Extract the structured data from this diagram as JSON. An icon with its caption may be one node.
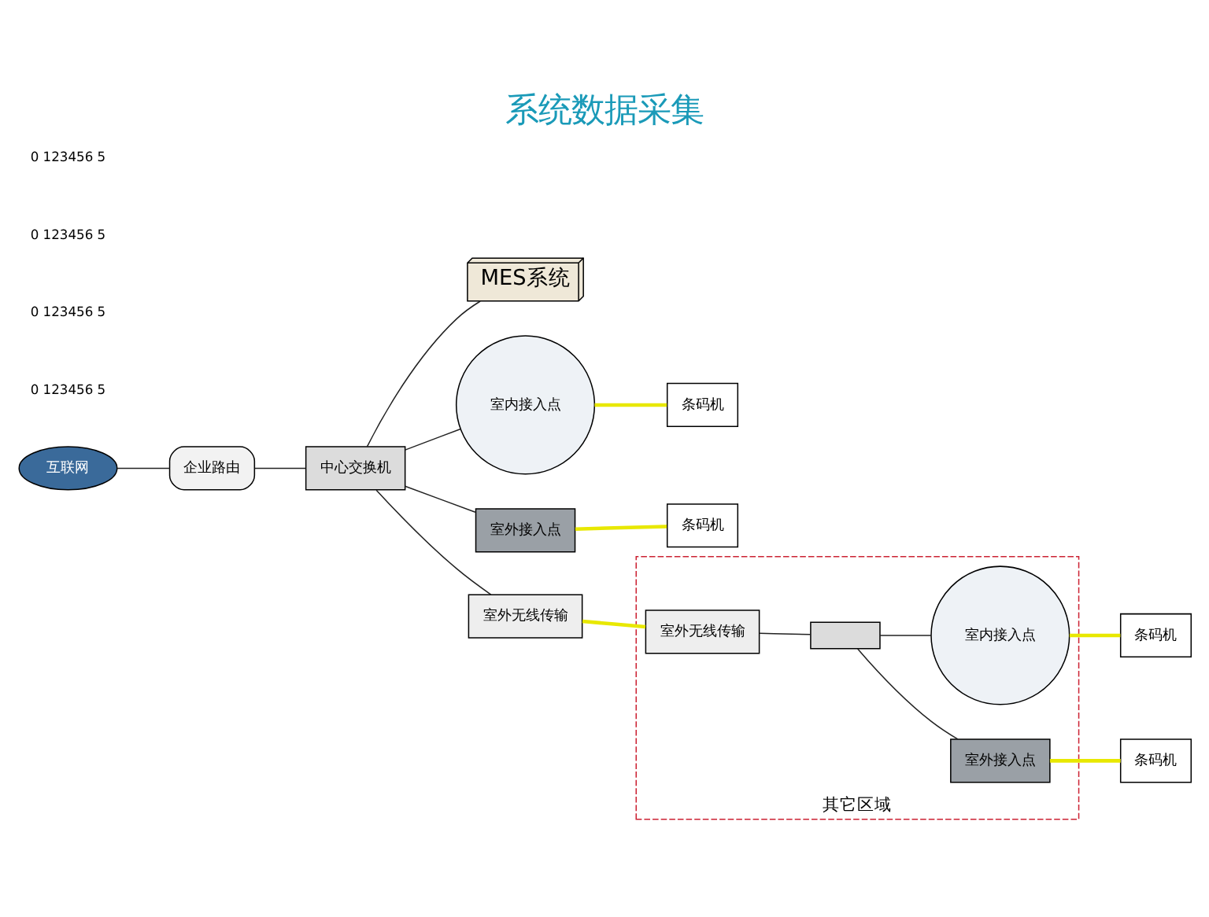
{
  "diagram": {
    "title": "系统数据采集",
    "nodes": [
      {
        "text": [
          "互联网"
        ]
      },
      {
        "text": [
          "企业路由"
        ]
      },
      {
        "text": [
          "中心交换机"
        ]
      },
      {
        "text": [
          "MES系统"
        ]
      },
      {
        "text": [
          "室内接入点"
        ]
      },
      {
        "text": [
          "室外接入点"
        ]
      },
      {
        "text": [
          "室外无线传输"
        ]
      },
      {
        "text": [
          "其它区域"
        ]
      },
      {
        "text": [
          "室外无线传输"
        ],
        "in": 7
      },
      {
        "text": [],
        "shape": "box",
        "in": 7
      },
      {
        "text": [
          "室内接入点"
        ],
        "in": 7
      },
      {
        "text": [
          "室外接入点"
        ],
        "in": 7
      },
      {
        "text": [
          "条码机"
        ]
      },
      {
        "text": [
          "条码机"
        ]
      },
      {
        "text": [
          "条码机"
        ]
      },
      {
        "text": [
          "条码机"
        ]
      }
    ],
    "edges": [
      {
        "from": 0,
        "to": 1,
        "arrow": "none"
      },
      {
        "from": 1,
        "to": 2,
        "arrow": "none"
      },
      {
        "from": 2,
        "to": 3,
        "arrow": "none"
      },
      {
        "from": 2,
        "to": 4,
        "arrow": "none"
      },
      {
        "from": 2,
        "to": 5,
        "arrow": "none"
      },
      {
        "from": 2,
        "to": 6,
        "arrow": "none"
      },
      {
        "from": 6,
        "to": 8,
        "arrow": "none",
        "color": "#e8e800",
        "style": "thick"
      },
      {
        "from": 8,
        "to": 9,
        "arrow": "none"
      },
      {
        "from": 9,
        "to": 10,
        "arrow": "none"
      },
      {
        "from": 9,
        "to": 11,
        "arrow": "none"
      },
      {
        "from": 4,
        "to": 12,
        "arrow": "none",
        "color": "#e8e800",
        "style": "thick"
      },
      {
        "from": 5,
        "to": 13,
        "arrow": "none",
        "color": "#e8e800",
        "style": "thick"
      },
      {
        "from": 10,
        "to": 14,
        "arrow": "none",
        "color": "#e8e800",
        "style": "thick"
      },
      {
        "from": 11,
        "to": 15,
        "arrow": "none",
        "color": "#e8e800",
        "style": "thick"
      }
    ],
    "labels": [
      "0 123456 5",
      "0 123456 5",
      "0 123456 5",
      "0 123456 5"
    ]
  }
}
